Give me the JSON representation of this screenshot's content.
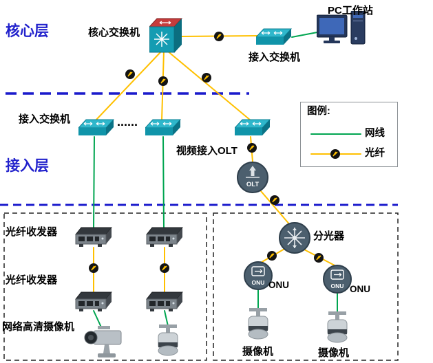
{
  "colors": {
    "fiber": "#FFC000",
    "ethernet": "#00A550",
    "divider_blue": "#1A1ACC",
    "label_blue": "#2222CC",
    "switch_teal": "#1094A9",
    "core_switch_red": "#C63C3C",
    "device_slate": "#4C5F6E"
  },
  "layers": {
    "core": "核心层",
    "access": "接入层"
  },
  "nodes": {
    "core_switch": "核心交换机",
    "pc_workstation": "PC工作站",
    "access_switch_top": "接入交换机",
    "access_switch_left": "接入交换机",
    "ellipsis": "......",
    "video_olt": "视频接入OLT",
    "olt_icon": "OLT",
    "splitter": "分光器",
    "onu_icon": "ONU",
    "onu_left": "ONU",
    "onu_right": "ONU",
    "fiber_transceiver_row1": "光纤收发器",
    "fiber_transceiver_row2": "光纤收发器",
    "hd_camera": "网络高清摄像机",
    "camera_left": "摄像机",
    "camera_right": "摄像机"
  },
  "legend": {
    "title": "图例:",
    "ethernet": "网线",
    "fiber": "光纤"
  }
}
